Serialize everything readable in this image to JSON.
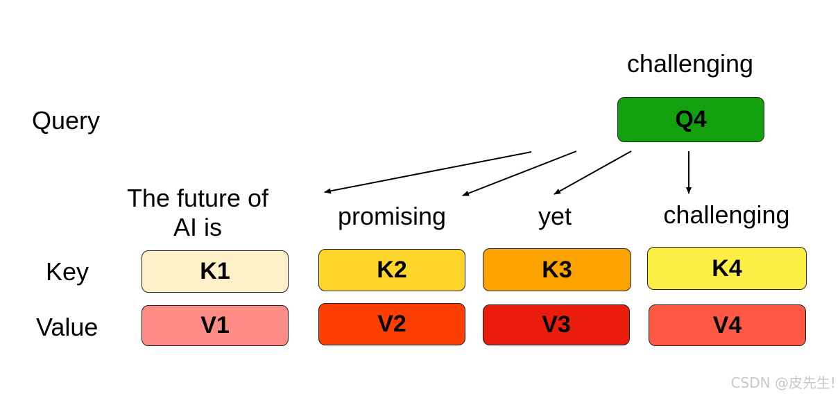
{
  "query": {
    "label": "Query",
    "word": "challenging",
    "box": {
      "text": "Q4",
      "color": "#12a00e"
    }
  },
  "key": {
    "label": "Key",
    "boxes": [
      {
        "text": "K1",
        "color": "#fdefc7"
      },
      {
        "text": "K2",
        "color": "#fdd52b"
      },
      {
        "text": "K3",
        "color": "#fca300"
      },
      {
        "text": "K4",
        "color": "#fdee45"
      }
    ]
  },
  "value": {
    "label": "Value",
    "boxes": [
      {
        "text": "V1",
        "color": "#fd8c86"
      },
      {
        "text": "V2",
        "color": "#fb3f03"
      },
      {
        "text": "V3",
        "color": "#ea1d0d"
      },
      {
        "text": "V4",
        "color": "#fd5944"
      }
    ]
  },
  "tokens": [
    {
      "line1": "The future of",
      "line2": "AI is"
    },
    {
      "line1": "promising"
    },
    {
      "line1": "yet"
    },
    {
      "line1": "challenging"
    }
  ],
  "watermark": "CSDN @皮先生!"
}
